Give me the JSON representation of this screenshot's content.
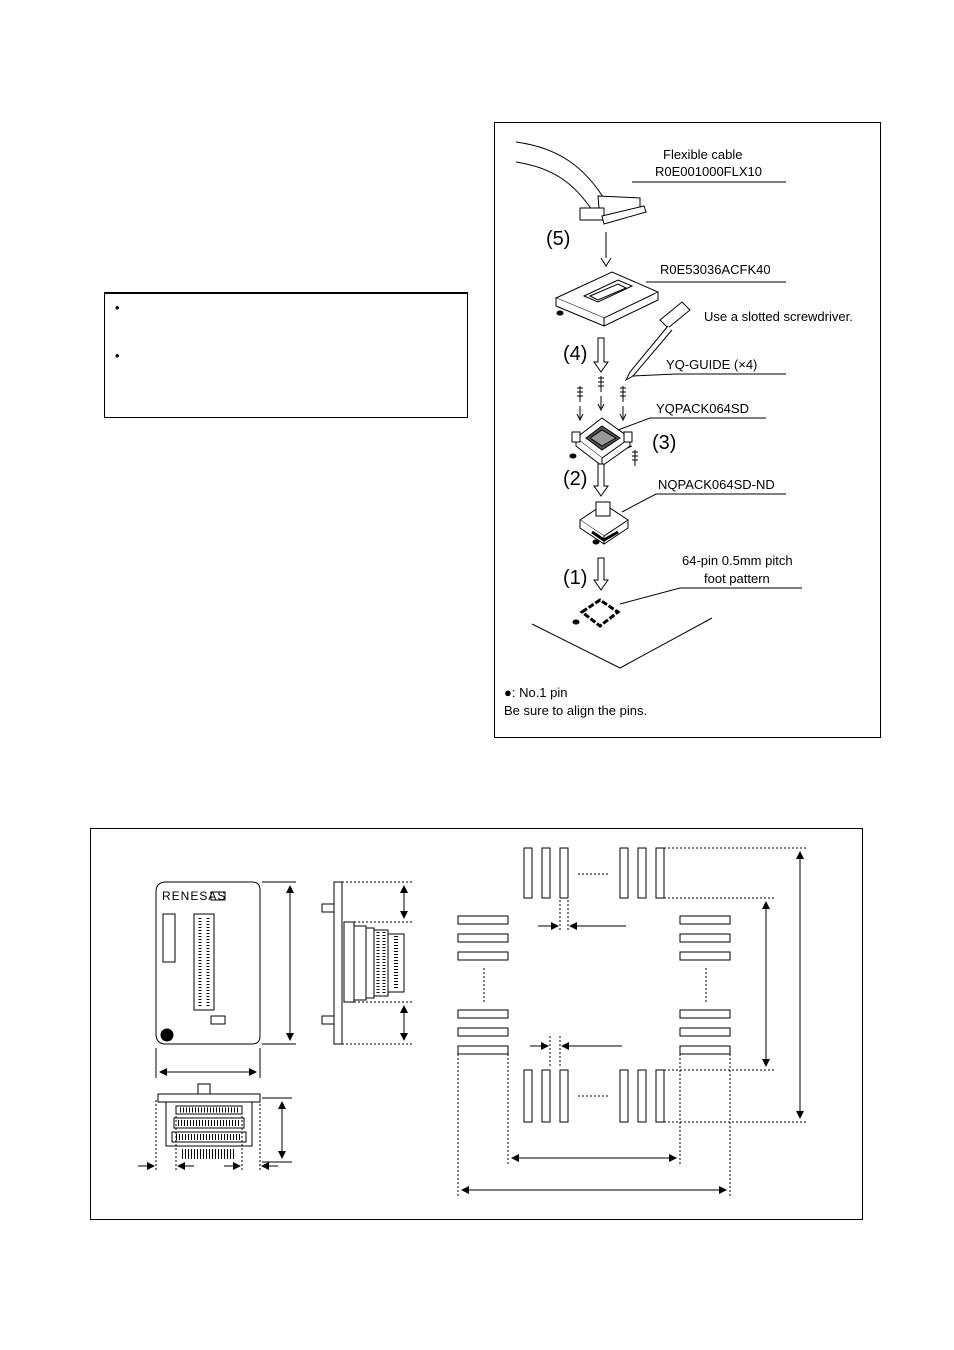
{
  "note_box": {
    "bullets": [
      "•",
      "•"
    ]
  },
  "assembly": {
    "labels": {
      "cable_name": "Flexible cable",
      "cable_part": "R0E001000FLX10",
      "board_part": "R0E53036ACFK40",
      "screwdriver": "Use a slotted screwdriver.",
      "guide": "YQ-GUIDE (×4)",
      "yqpack": "YQPACK064SD",
      "nqpack": "NQPACK064SD-ND",
      "foot_line1": "64-pin 0.5mm pitch",
      "foot_line2": "foot pattern"
    },
    "steps": [
      "(5)",
      "(4)",
      "(3)",
      "(2)",
      "(1)"
    ],
    "legend_pin": "●: No.1 pin",
    "legend_align": "Be sure to align the pins."
  },
  "dimensions": {
    "logo": "RENESAS"
  }
}
